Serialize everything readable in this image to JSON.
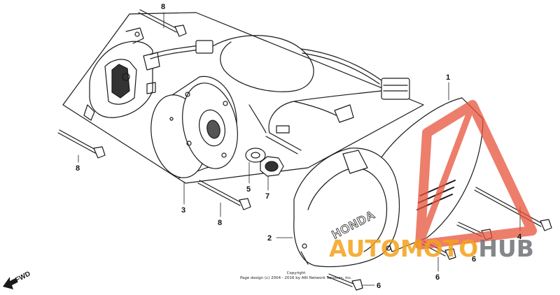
{
  "callouts": {
    "c1": "1",
    "c2": "2",
    "c3": "3",
    "c4": "4",
    "c5": "5",
    "c6a": "6",
    "c6b": "6",
    "c6c": "6",
    "c7": "7",
    "c8a": "8",
    "c8b": "8",
    "c8c": "8"
  },
  "direction_label": "FWD",
  "cover_brand": "HONDA",
  "copyright": {
    "line1": "Copyright",
    "line2": "Page design (c) 2004 - 2016 by ARI Network Services, Inc."
  },
  "watermark": {
    "part1": "AUTOMOTO",
    "part2": "HUB"
  },
  "colors": {
    "line": "#1a1a1a",
    "watermark_orange": "#f4a21b",
    "watermark_red": "#e8533a",
    "watermark_grey": "#777a7e"
  }
}
